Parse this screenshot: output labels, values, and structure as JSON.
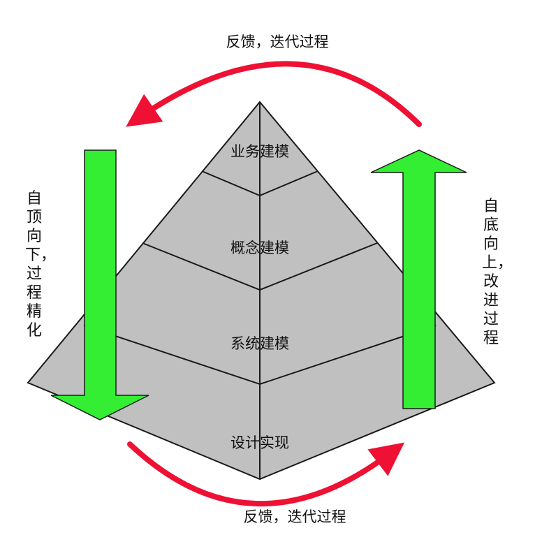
{
  "top_caption": "反馈，迭代过程",
  "bottom_caption": "反馈，迭代过程",
  "layers": [
    "业务建模",
    "概念建模",
    "系统建模",
    "设计实现"
  ],
  "left_label": "自顶向下，过程精化",
  "right_label": "自底向上，改进过程",
  "colors": {
    "pyramid_fill": "#c0c0c0",
    "pyramid_stroke": "#1a1a1a",
    "arrow_green": "#33ee33",
    "arrow_red": "#ee1133"
  }
}
